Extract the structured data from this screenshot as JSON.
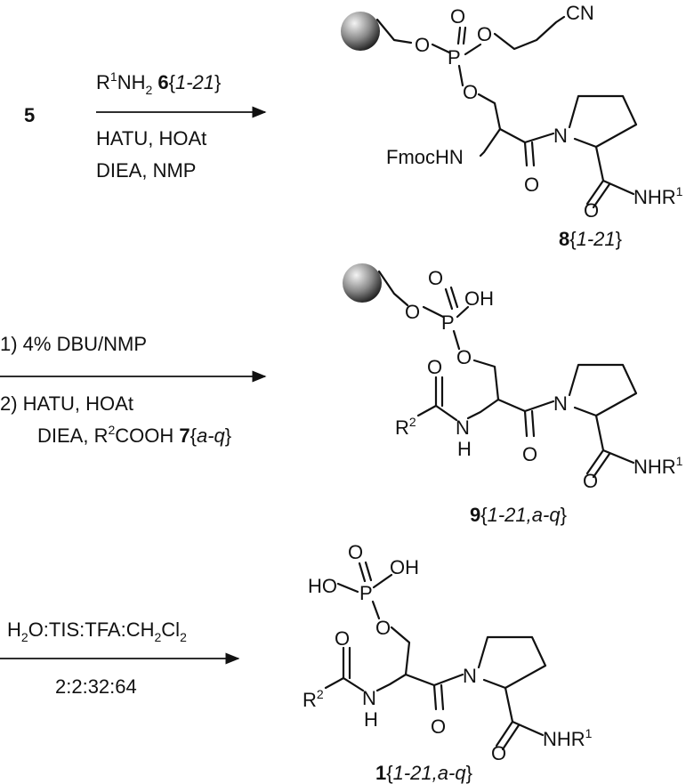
{
  "scheme": {
    "start_compound": "5",
    "step1": {
      "reagent_line1": {
        "r": "R",
        "sup": "1",
        "nh": "NH",
        "sub": "2",
        "num": "6",
        "lb": "{",
        "range": "1-21",
        "rb": "}"
      },
      "reagent_line2": "HATU, HOAt",
      "reagent_line3": "DIEA, NMP"
    },
    "product8": {
      "fmochn": "FmocHN",
      "cn": "CN",
      "nhr": "NHR",
      "nhr_sup": "1",
      "label": {
        "num": "8",
        "lb": "{",
        "range": "1-21",
        "rb": "}"
      }
    },
    "step2": {
      "line1": "1) 4% DBU/NMP",
      "line2": "2) HATU, HOAt",
      "line3": {
        "pre": "DIEA, R",
        "sup": "2",
        "post": "COOH ",
        "num": "7",
        "lb": "{",
        "range": "a-q",
        "rb": "}"
      }
    },
    "product9": {
      "oh": "OH",
      "r2": "R",
      "r2_sup": "2",
      "h": "H",
      "nhr": "NHR",
      "nhr_sup": "1",
      "label": {
        "num": "9",
        "lb": "{",
        "range": "1-21,a-q",
        "rb": "}"
      }
    },
    "step3": {
      "line1": {
        "h": "H",
        "sub1": "2",
        "mid": "O:TIS:TFA:CH",
        "sub2": "2",
        "cl": "Cl",
        "sub3": "2"
      },
      "line2": "2:2:32:64"
    },
    "product1": {
      "ho": "HO",
      "oh": "OH",
      "r2": "R",
      "r2_sup": "2",
      "h": "H",
      "nhr": "NHR",
      "nhr_sup": "1",
      "label": {
        "num": "1",
        "lb": "{",
        "range": "1-21,a-q",
        "rb": "}"
      }
    },
    "atoms": {
      "O": "O",
      "P": "P",
      "N": "N"
    }
  }
}
